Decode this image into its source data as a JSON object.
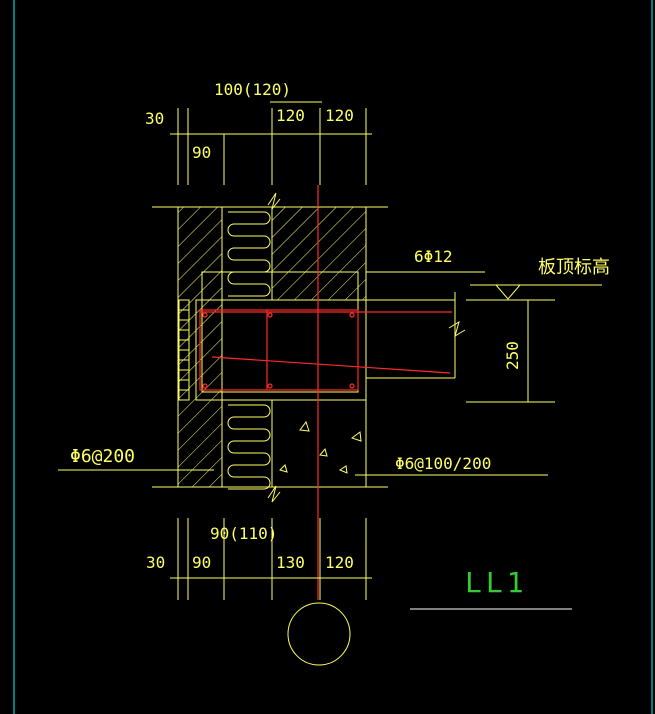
{
  "colors": {
    "background": "#000000",
    "line": "#ffff66",
    "rebar": "#ff2a2a",
    "label_green": "#33cc33",
    "frame_cyan": "#00ffff",
    "dim_white": "#ffffff"
  },
  "labels": {
    "top_total": "100(120)",
    "top_30": "30",
    "top_90": "90",
    "top_120a": "120",
    "top_120b": "120",
    "rebar_top": "6Φ12",
    "slab_elev": "板顶标高",
    "height_250": "250",
    "stirrup_left": "Φ6@200",
    "stirrup_right": "Φ6@100/200",
    "bot_total": "90(110)",
    "bot_30": "30",
    "bot_90": "90",
    "bot_130": "130",
    "bot_120": "120",
    "beam_name": "LL1"
  }
}
